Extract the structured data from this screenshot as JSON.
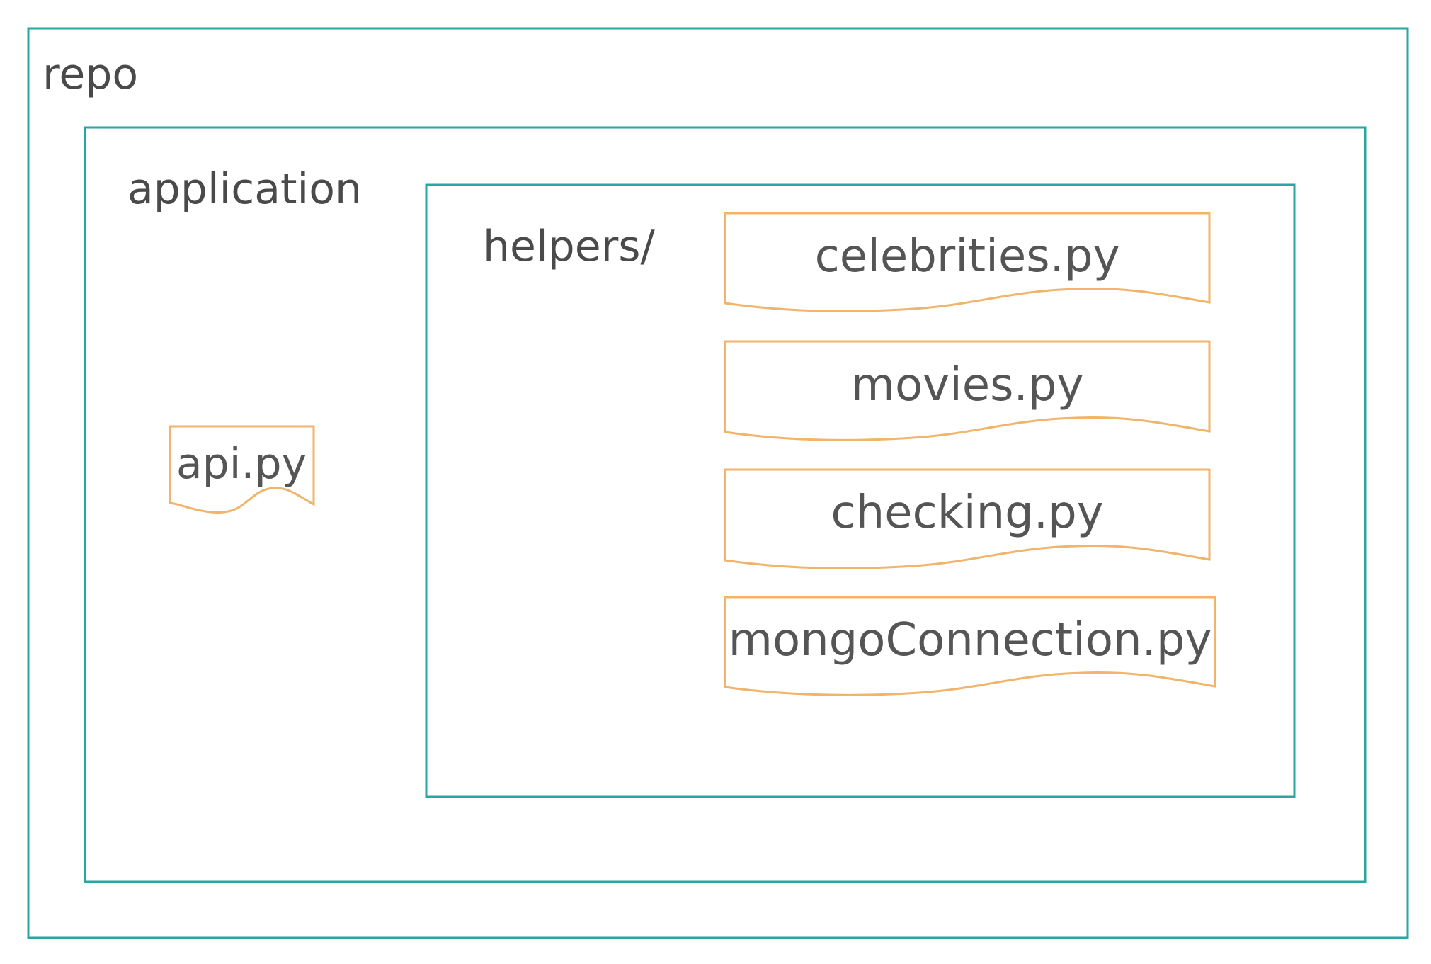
{
  "diagram": {
    "repo": {
      "label": "repo"
    },
    "application": {
      "label": "application",
      "files": [
        {
          "label": "api.py"
        }
      ]
    },
    "helpers": {
      "label": "helpers/",
      "files": [
        {
          "label": "celebrities.py"
        },
        {
          "label": "movies.py"
        },
        {
          "label": "checking.py"
        },
        {
          "label": "mongoConnection.py"
        }
      ]
    }
  },
  "colors": {
    "folder_border": "#2aa6a1",
    "file_border": "#f2b36a",
    "text": "#4a4a4a"
  }
}
